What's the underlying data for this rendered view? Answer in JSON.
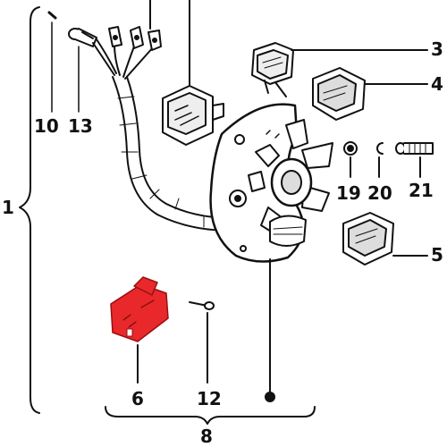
{
  "diagram": {
    "colors": {
      "ink": "#111111",
      "highlight_fill": "#e8282a",
      "highlight_stroke": "#9a0f12",
      "background": "#ffffff"
    },
    "part_numbers": {
      "p1": "1",
      "p3": "3",
      "p4": "4",
      "p5": "5",
      "p6": "6",
      "p8": "8",
      "p10": "10",
      "p12": "12",
      "p13": "13",
      "p19": "19",
      "p20": "20",
      "p21": "21"
    },
    "highlighted_part": "6"
  }
}
